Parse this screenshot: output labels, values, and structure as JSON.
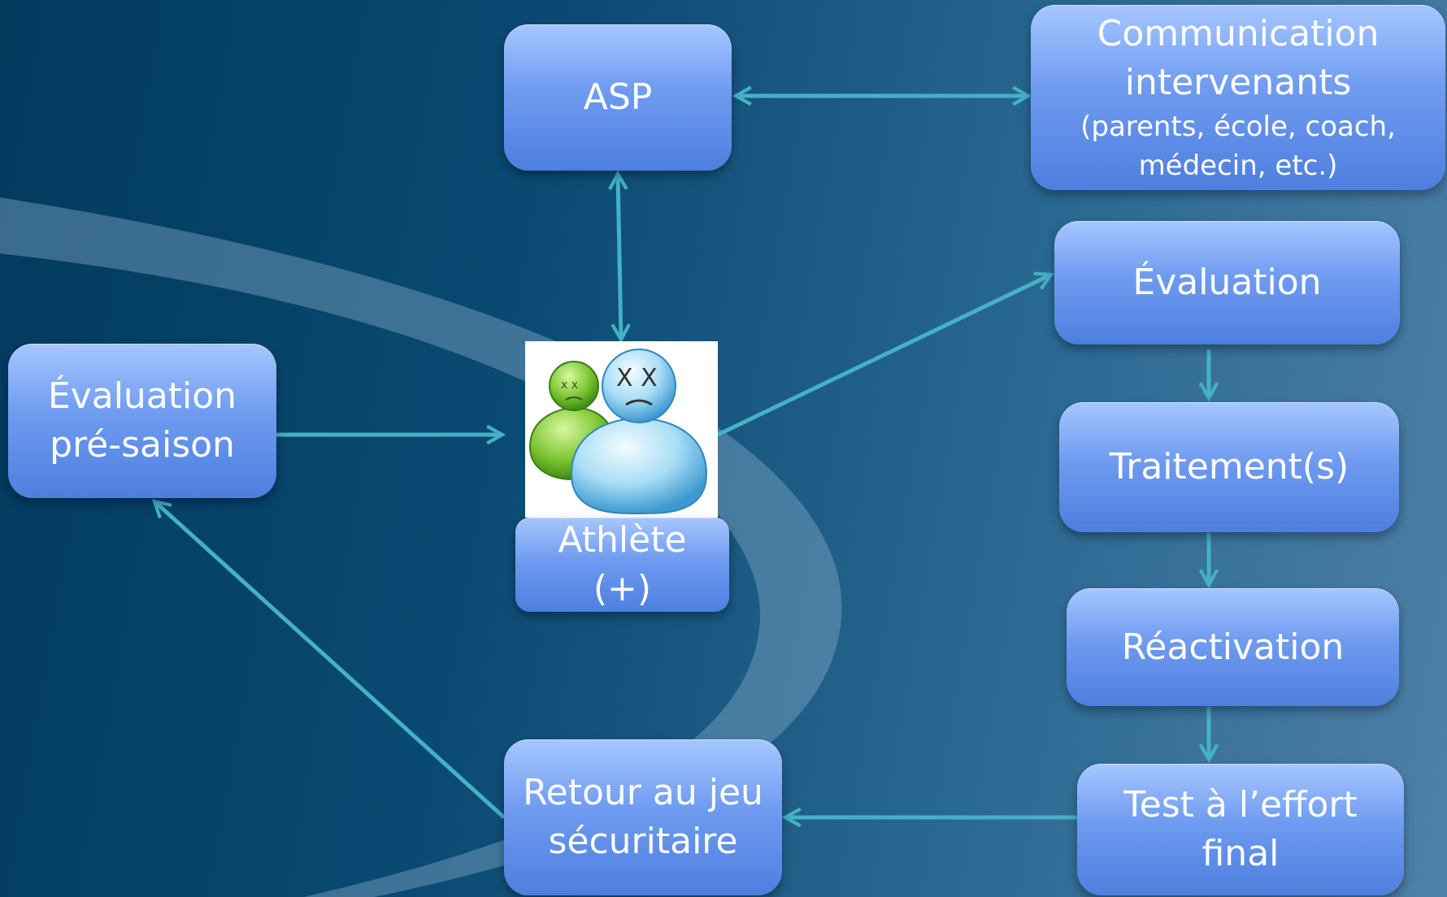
{
  "boxes": {
    "asp": "ASP",
    "communication": {
      "title_line1": "Communication",
      "title_line2": "intervenants",
      "detail_line1": "(parents, école, coach,",
      "detail_line2": "médecin, etc.)"
    },
    "evaluation": "Évaluation",
    "traitement": "Traitement(s)",
    "reactivation": "Réactivation",
    "test_effort": {
      "line1": "Test à l’effort",
      "line2": "final"
    },
    "retour_jeu": {
      "line1": "Retour au jeu",
      "line2": "sécuritaire"
    },
    "evaluation_pre_saison": {
      "line1": "Évaluation",
      "line2": "pré-saison"
    },
    "athlete": {
      "line1": "Athlète",
      "line2": "(+)"
    }
  },
  "colors": {
    "box_top": "#a6c6ff",
    "box_bottom": "#4d7fdf",
    "arrow": "#44b1c6",
    "background_dark": "#023a5e",
    "background_light": "#4f80a8"
  },
  "icons": [
    "sick-user-green-icon",
    "sick-user-blue-icon"
  ]
}
